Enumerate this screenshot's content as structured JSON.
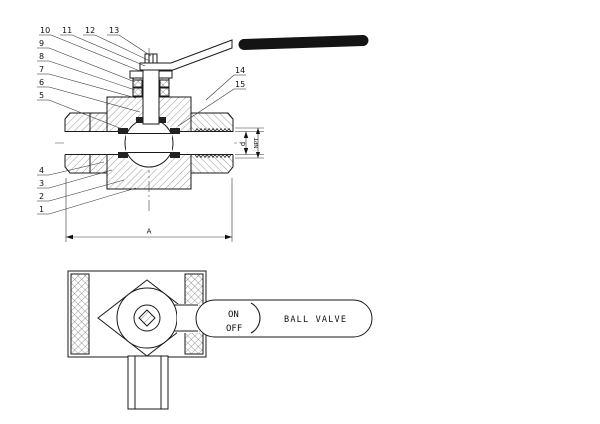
{
  "section_view": {
    "callouts_top": [
      "10",
      "11",
      "12",
      "13"
    ],
    "callouts_left_upper": [
      "9",
      "8",
      "7",
      "6",
      "5"
    ],
    "callouts_left_lower": [
      "4",
      "3",
      "2",
      "1"
    ],
    "callouts_right": [
      "14",
      "15"
    ],
    "dim_length": "A",
    "dim_bore": "d",
    "dim_thread": "NPT"
  },
  "plan_view": {
    "handle_on": "ON",
    "handle_off": "OFF",
    "handle_brand": "BALL VALVE"
  }
}
